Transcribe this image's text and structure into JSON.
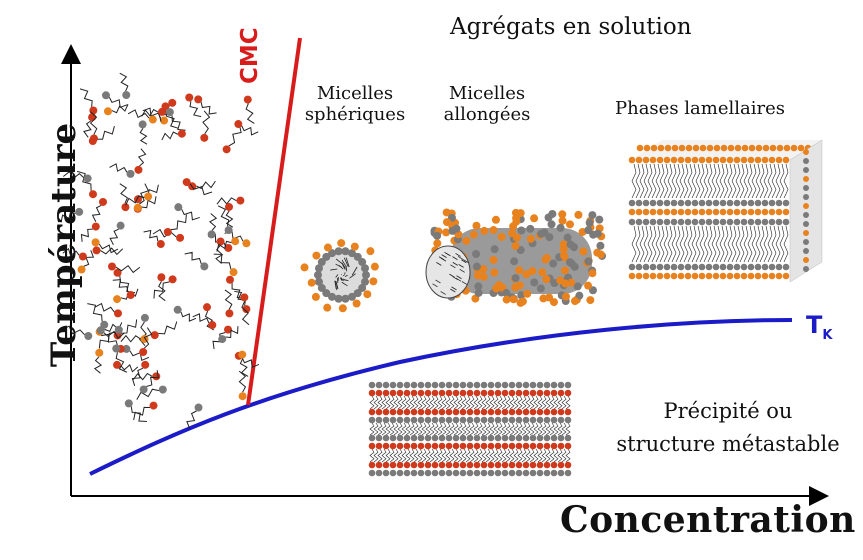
{
  "labels": {
    "aggregates": "Agrégats en solution",
    "micelles_spheriques_1": "Micelles",
    "micelles_spheriques_2": "sphériques",
    "micelles_allongees_1": "Micelles",
    "micelles_allongees_2": "allongées",
    "phases_lamellaires": "Phases lamellaires",
    "precipite_1": "Précipité ou",
    "precipite_2": "structure métastable",
    "cmc": "CMC",
    "tk_main": "T",
    "tk_sub": "K",
    "x_axis": "Concentration",
    "y_axis": "Température"
  },
  "colors": {
    "cmc_line": "#d81c1c",
    "tk_line": "#1b1bc8",
    "head_orange": "#e8821f",
    "head_red": "#d03a1c",
    "head_grey": "#7a7a7a",
    "tail": "#222222",
    "axis": "#000000"
  }
}
